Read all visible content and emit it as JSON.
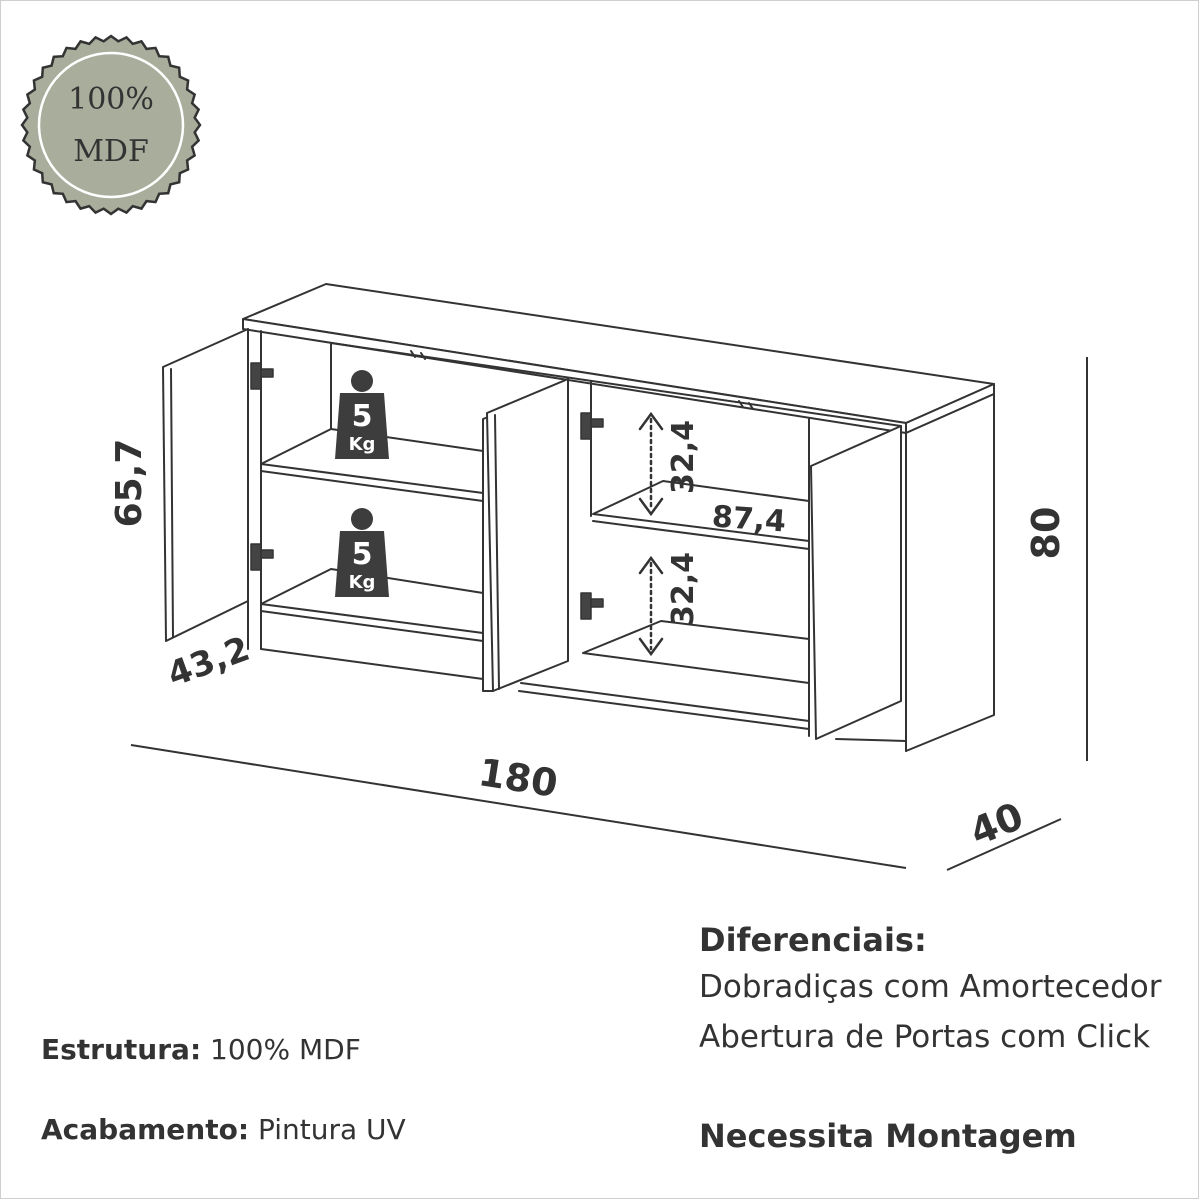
{
  "seal": {
    "line1": "100%",
    "line2": "MDF",
    "fill": "#a9ad9c",
    "stroke": "#333333"
  },
  "dimensions": {
    "width": "180",
    "depth": "40",
    "height": "80",
    "door_height": "65,7",
    "door_width": "43,2",
    "shelf_width": "87,4",
    "upper_compartment_height": "32,4",
    "lower_compartment_height": "32,4"
  },
  "weight_badges": [
    {
      "value": "5",
      "unit": "Kg"
    },
    {
      "value": "5",
      "unit": "Kg"
    }
  ],
  "specs": {
    "structure_label": "Estrutura:",
    "structure_value": "100% MDF",
    "finish_label": "Acabamento:",
    "finish_value": "Pintura UV"
  },
  "features": {
    "title": "Diferenciais:",
    "items": [
      "Dobradiças com Amortecedor",
      "Abertura de Portas com Click"
    ],
    "assembly": "Necessita Montagem"
  },
  "colors": {
    "line": "#333333",
    "badge": "#3d3d3d",
    "seal": "#a9ad9c"
  }
}
